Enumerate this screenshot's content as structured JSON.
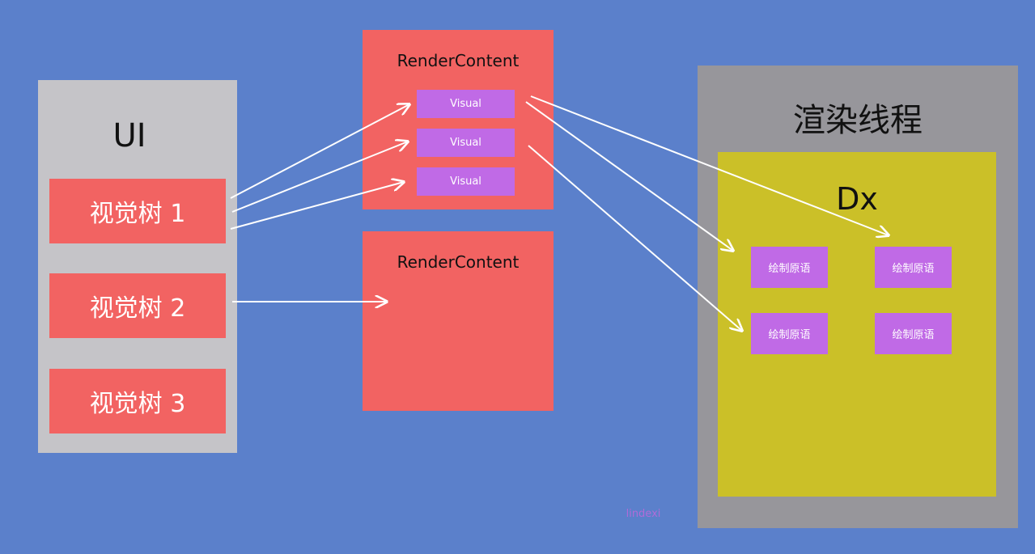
{
  "ui": {
    "title": "UI",
    "trees": [
      "视觉树 1",
      "视觉树 2",
      "视觉树 3"
    ]
  },
  "render_contents": [
    {
      "title": "RenderContent",
      "visuals": [
        "Visual",
        "Visual",
        "Visual"
      ]
    },
    {
      "title": "RenderContent"
    }
  ],
  "render_thread": {
    "title": "渲染线程",
    "dx": {
      "title": "Dx",
      "primitives": [
        "绘制原语",
        "绘制原语",
        "绘制原语",
        "绘制原语"
      ]
    }
  },
  "watermark": "lindexi",
  "colors": {
    "background": "#5b80cb",
    "ui_panel": "#c5c4c8",
    "render_content": "#f26362",
    "visual": "#c06ae6",
    "render_thread_panel": "#97969b",
    "dx_panel": "#cbc028",
    "arrow": "#ffffff"
  }
}
